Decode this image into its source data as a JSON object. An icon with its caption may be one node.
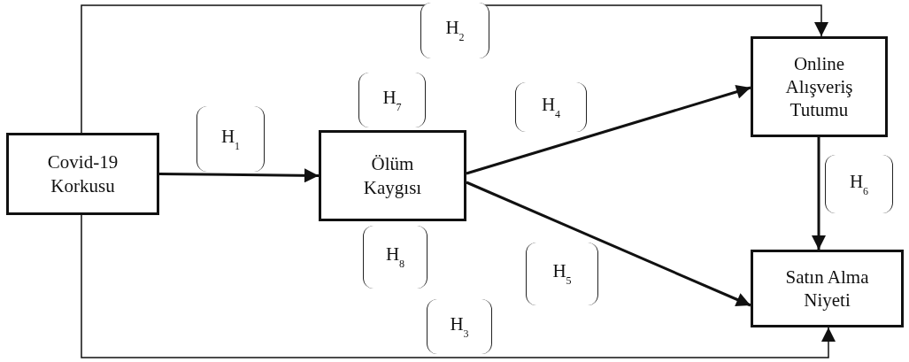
{
  "diagram": {
    "nodes": [
      {
        "text": [
          "Covid-19 Korkusu"
        ]
      },
      {
        "text": [
          "Ölüm Kaygısı"
        ]
      },
      {
        "text": [
          "Online Alışveriş Tutumu"
        ]
      },
      {
        "text": [
          "Satın Alma Niyeti"
        ]
      }
    ],
    "edges": [
      {
        "from": 0,
        "to": 1,
        "arrow": "to",
        "label": "H$_{1}$"
      },
      {
        "from": 0,
        "to": 2,
        "arrow": "to",
        "label": "H$_{2}$"
      },
      {
        "from": 0,
        "to": 3,
        "arrow": "to",
        "label": "H$_{3}$"
      },
      {
        "from": 1,
        "to": 2,
        "arrow": "to",
        "label": "H$_{4}$"
      },
      {
        "from": 1,
        "to": 3,
        "arrow": "to",
        "label": "H$_{5}$"
      },
      {
        "from": 2,
        "to": 3,
        "arrow": "to",
        "label": "H$_{6}$"
      }
    ],
    "labels": [
      "H$_{7}$",
      "H$_{8}$"
    ]
  }
}
